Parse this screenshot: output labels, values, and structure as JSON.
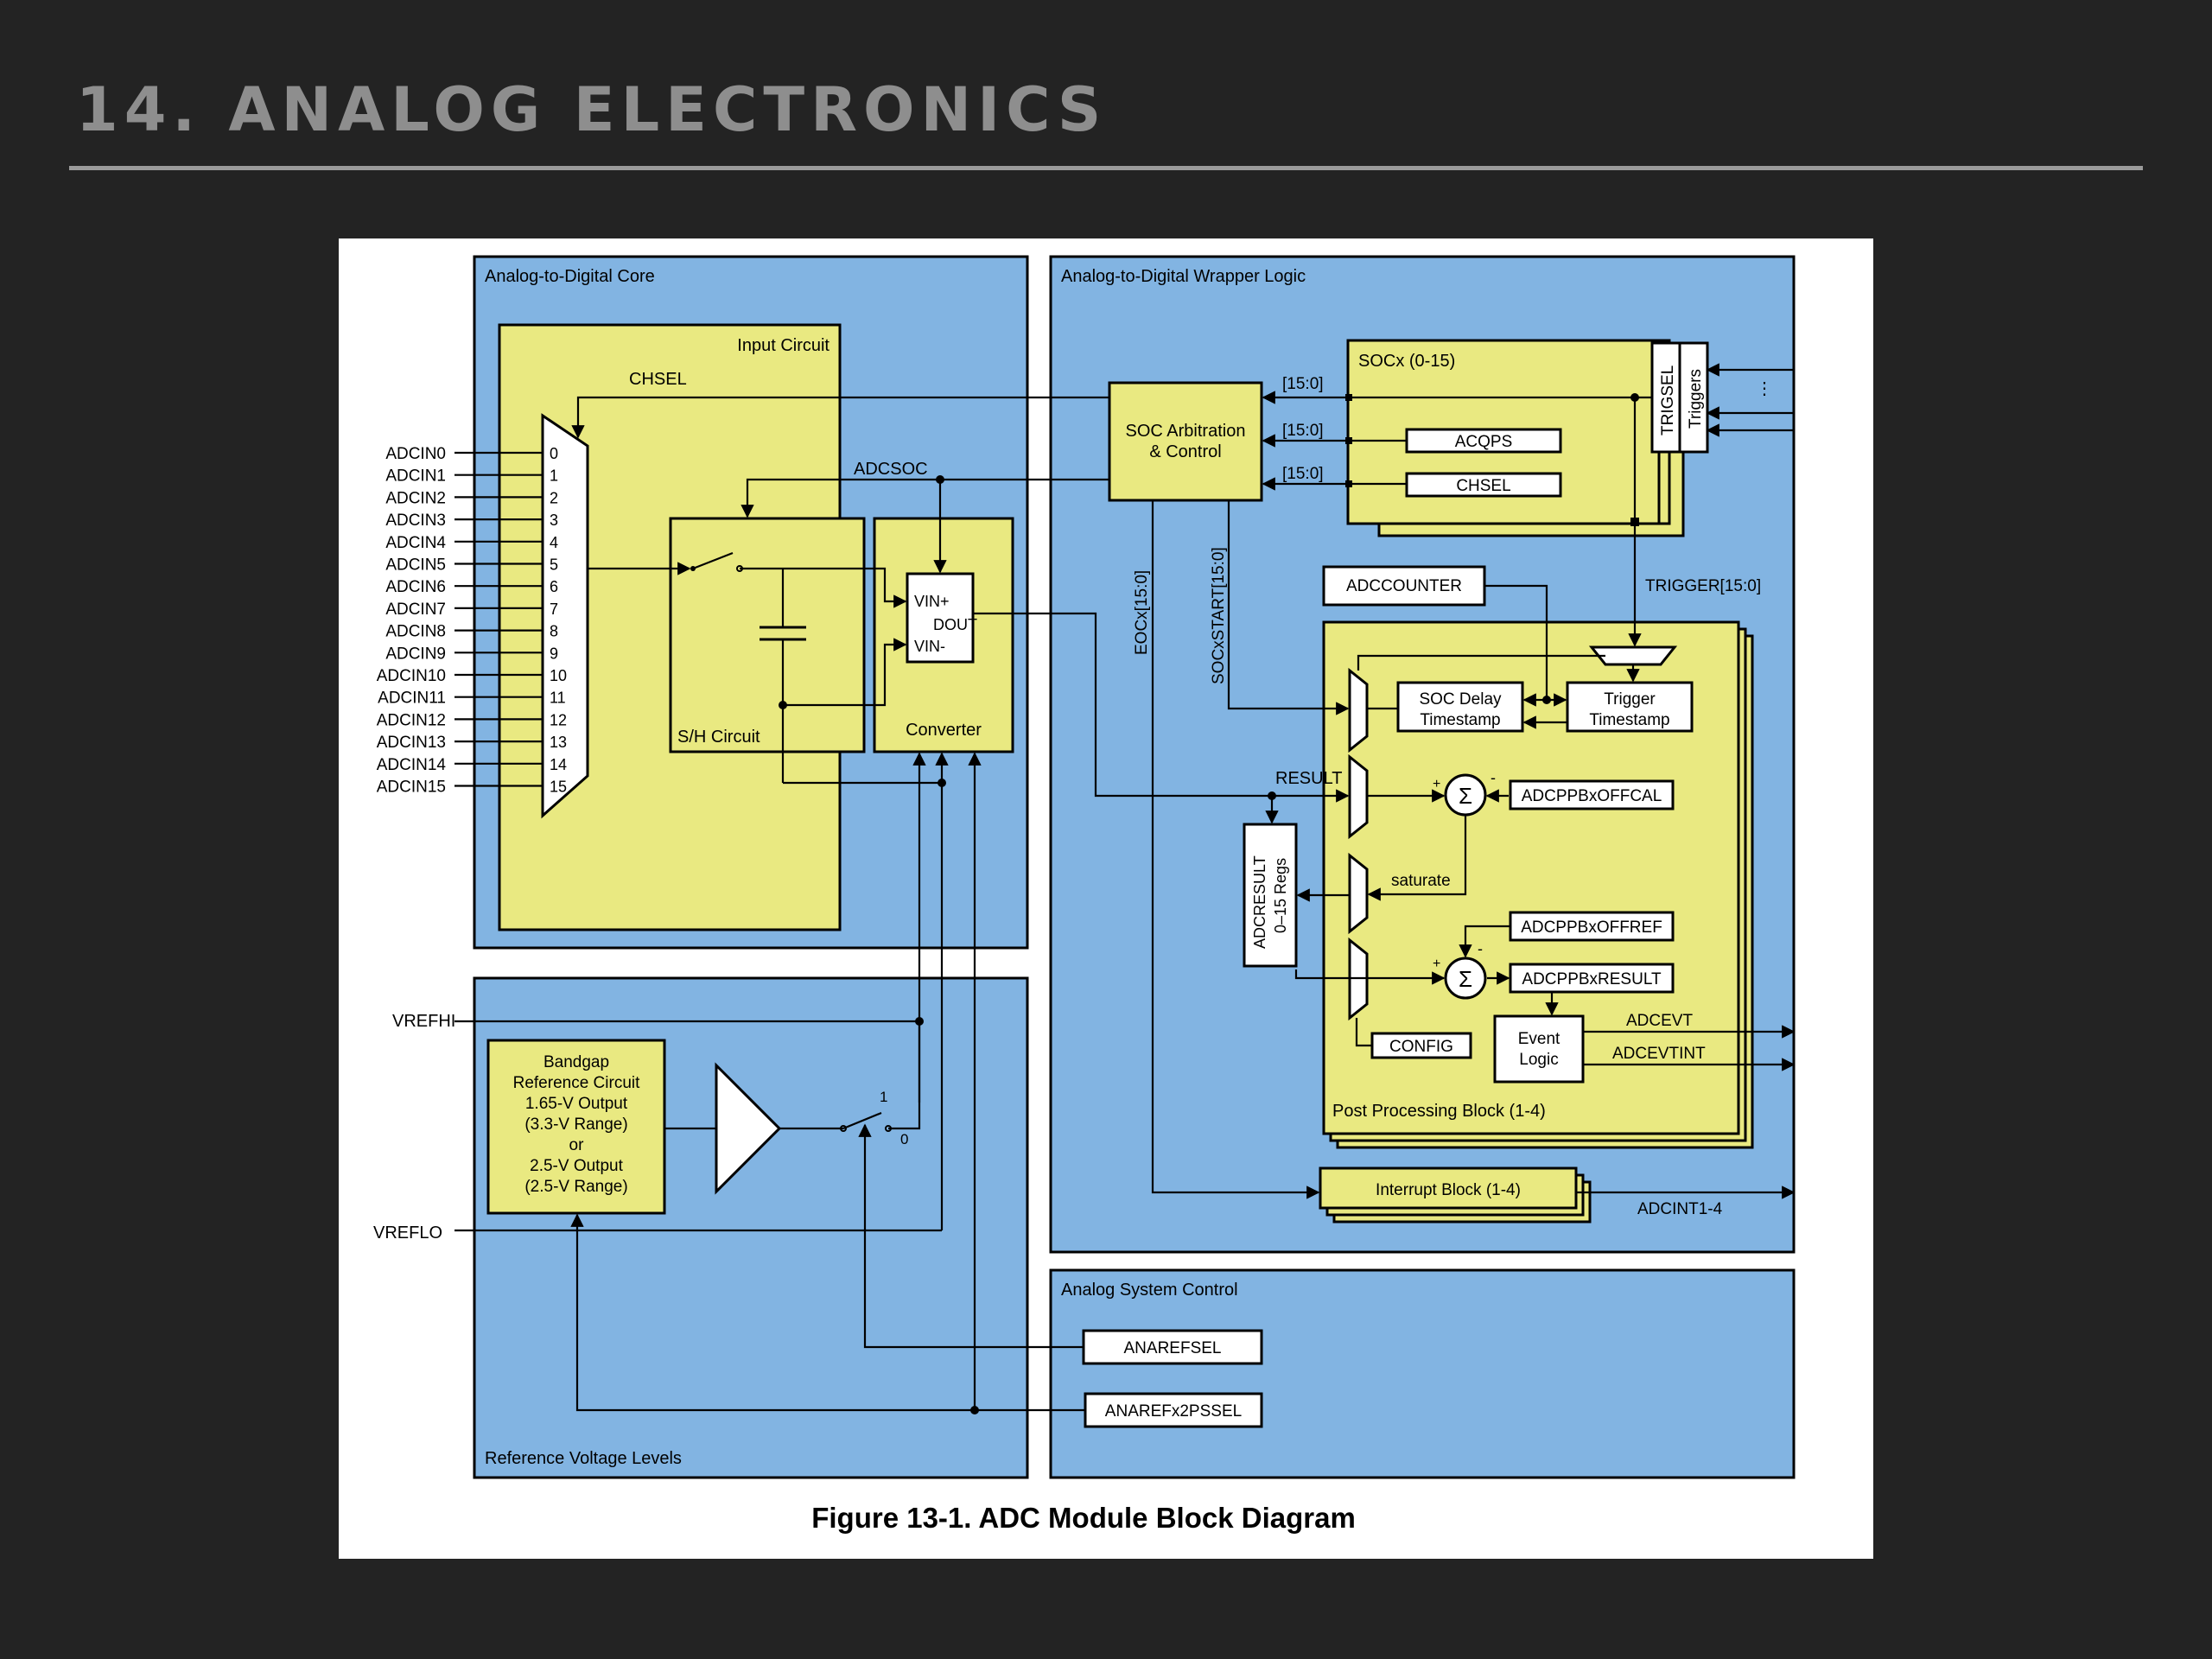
{
  "slide": {
    "title": "14. ANALOG ELECTRONICS"
  },
  "figure": {
    "caption": "Figure 13-1. ADC Module Block Diagram",
    "adc_core": {
      "title": "Analog-to-Digital Core",
      "input_circuit": "Input Circuit",
      "chsel": "CHSEL",
      "adcsoc": "ADCSOC",
      "sh_circuit": "S/H Circuit",
      "converter": "Converter",
      "vin_plus": "VIN+",
      "dout": "DOUT",
      "vin_minus": "VIN-",
      "mux_inputs": [
        "ADCIN0",
        "ADCIN1",
        "ADCIN2",
        "ADCIN3",
        "ADCIN4",
        "ADCIN5",
        "ADCIN6",
        "ADCIN7",
        "ADCIN8",
        "ADCIN9",
        "ADCIN10",
        "ADCIN11",
        "ADCIN12",
        "ADCIN13",
        "ADCIN14",
        "ADCIN15"
      ],
      "mux_numbers": [
        "0",
        "1",
        "2",
        "3",
        "4",
        "5",
        "6",
        "7",
        "8",
        "9",
        "10",
        "11",
        "12",
        "13",
        "14",
        "15"
      ]
    },
    "reference": {
      "title": "Reference Voltage Levels",
      "vrefhi": "VREFHI",
      "vreflo": "VREFLO",
      "bandgap": [
        "Bandgap",
        "Reference Circuit",
        "1.65-V Output",
        "(3.3-V Range)",
        "or",
        "2.5-V Output",
        "(2.5-V Range)"
      ],
      "switch_one": "1",
      "switch_zero": "0"
    },
    "wrapper": {
      "title": "Analog-to-Digital Wrapper Logic",
      "soc_arbitration": [
        "SOC Arbitration",
        "& Control"
      ],
      "socx": "SOCx (0-15)",
      "acqps": "ACQPS",
      "chsel": "CHSEL",
      "trigsel": "TRIGSEL",
      "triggers": "Triggers",
      "bus_label": "[15:0]",
      "adccounter": "ADCCOUNTER",
      "trigger_bus": "TRIGGER[15:0]",
      "eocx": "EOCx[15:0]",
      "socxstart": "SOCxSTART[15:0]",
      "result": "RESULT",
      "adcresult_regs": [
        "ADCRESULT",
        "0–15 Regs"
      ],
      "soc_delay": [
        "SOC Delay",
        "Timestamp"
      ],
      "trigger_timestamp": [
        "Trigger",
        "Timestamp"
      ],
      "offcal": "ADCPPBxOFFCAL",
      "offref": "ADCPPBxOFFREF",
      "ppb_result": "ADCPPBxRESULT",
      "saturate": "saturate",
      "sigma": "Σ",
      "plus": "+",
      "minus": "-",
      "config": "CONFIG",
      "event_logic": [
        "Event",
        "Logic"
      ],
      "adcevt": "ADCEVT",
      "adcevtint": "ADCEVTINT",
      "post_processing": "Post Processing Block (1-4)",
      "interrupt_block": "Interrupt Block (1-4)",
      "adcint": "ADCINT1-4"
    },
    "analog_system": {
      "title": "Analog System Control",
      "anarefsel": "ANAREFSEL",
      "anarefx2pssel": "ANAREFx2PSSEL"
    },
    "colors": {
      "block_blue": "#82b4e2",
      "circuit_yellow": "#e9e981",
      "slide_background": "#232323",
      "title_gray": "#8e8e8e"
    }
  }
}
